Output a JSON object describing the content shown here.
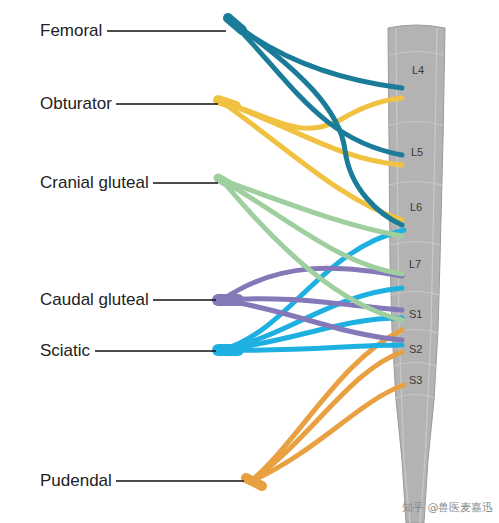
{
  "diagram": {
    "labels": [
      "Femoral",
      "Obturator",
      "Cranial gluteal",
      "Caudal gluteal",
      "Sciatic",
      "Pudendal",
      "L4",
      "L5",
      "L6",
      "L7",
      "S1",
      "S2",
      "S3",
      "知乎 @兽医麦嘉迅"
    ]
  }
}
